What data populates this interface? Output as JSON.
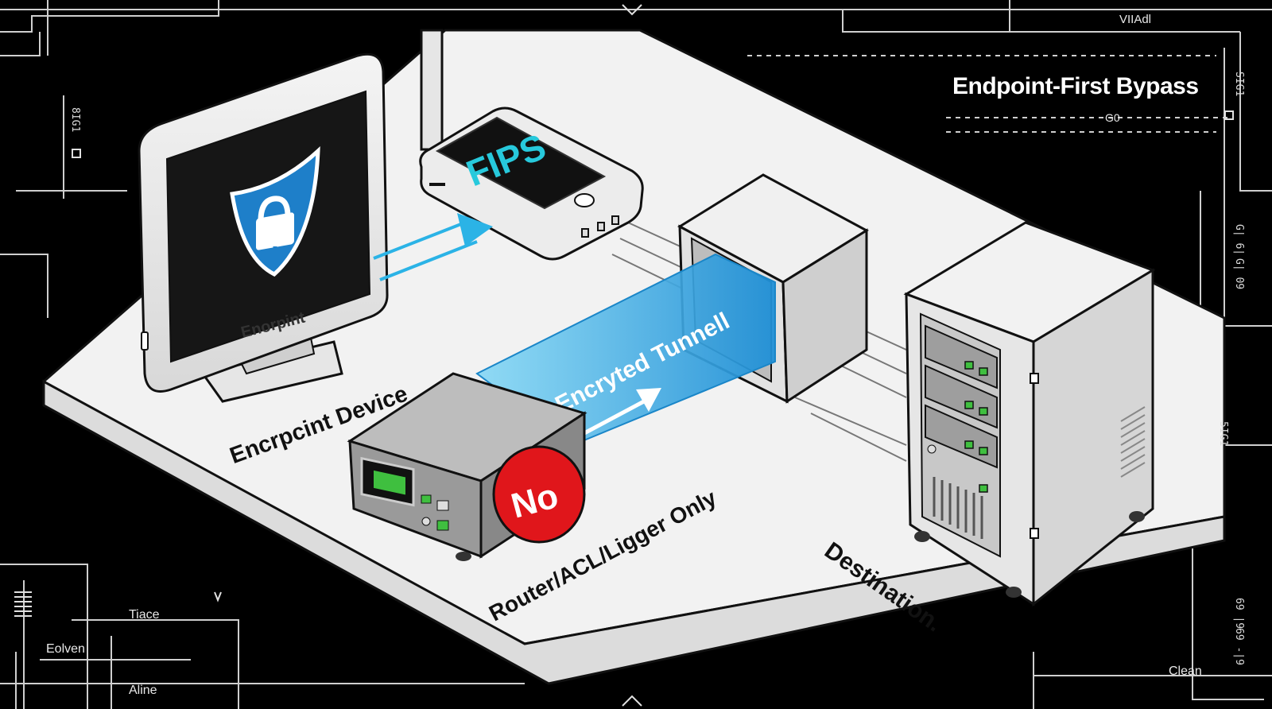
{
  "title": "Endpoint-First Bypass",
  "devices": {
    "endpoint": {
      "screen_text": "Enorpint",
      "label": "Encrpcint Device"
    },
    "phone": {
      "screen_text": "FIPS"
    },
    "tunnel": {
      "label": "Encryted Tunnell"
    },
    "router": {
      "label": "Router/ACL/Ligger Only",
      "badge": "No"
    },
    "server": {
      "label": "Destination."
    }
  },
  "hud": {
    "top_right_code": "VIIAdl",
    "code_60": "G0",
    "left_code": "8IG1",
    "trace": "Tiace",
    "eolven": "Eolven",
    "aline": "Aline",
    "clean": "Clean",
    "right_codes": [
      "SIG1",
      "G| 6|",
      "G| 09",
      "5IG1",
      "69 |9",
      "69 -|9"
    ]
  },
  "colors": {
    "shield_blue": "#1e7fc9",
    "tunnel_cyan": "#2bb3e6",
    "fips_cyan": "#27c9dc",
    "no_red": "#e0161b",
    "port_green": "#3fbf3f"
  }
}
